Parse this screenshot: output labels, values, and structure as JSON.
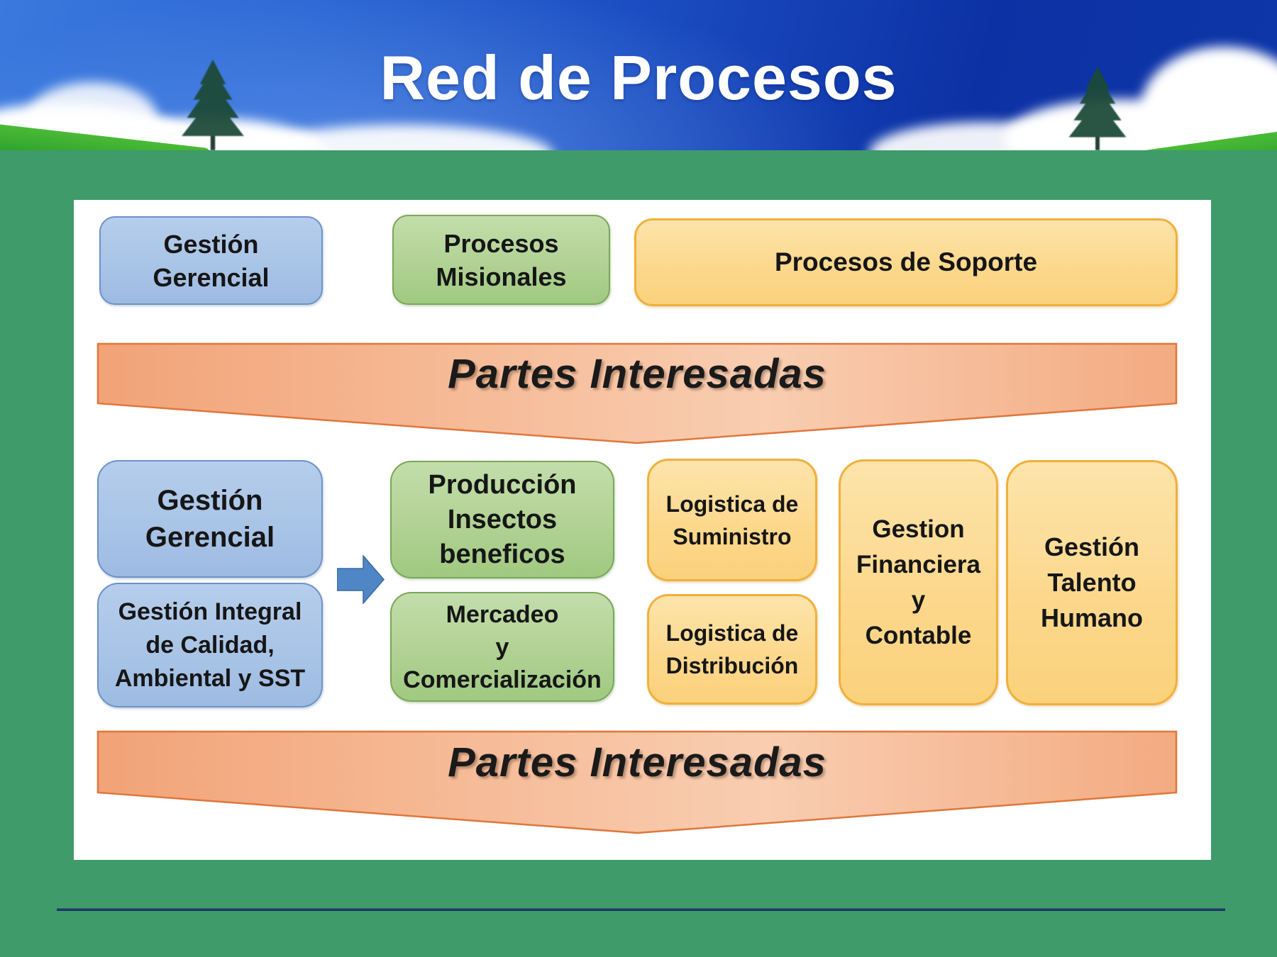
{
  "header": {
    "title": "Red de Procesos"
  },
  "legend": {
    "gerencial": "Gestión\nGerencial",
    "misionales": "Procesos\nMisionales",
    "soporte": "Procesos de Soporte"
  },
  "banners": {
    "top": "Partes Interesadas",
    "bottom": "Partes Interesadas"
  },
  "boxes": {
    "gestion_gerencial": "Gestión\nGerencial",
    "gestion_integral": "Gestión Integral\nde Calidad,\nAmbiental y SST",
    "produccion_insectos": "Producción\nInsectos\nbeneficos",
    "mercadeo": "Mercadeo\ny\nComercialización",
    "logistica_suministro": "Logistica de\nSuministro",
    "logistica_distribucion": "Logistica de\nDistribución",
    "gestion_financiera": "Gestion\nFinanciera\ny\nContable",
    "gestion_talento": "Gestión\nTalento\nHumano"
  },
  "colors": {
    "slide_green": "#3f9b69",
    "sky_blue_dark": "#0c31a4",
    "sky_blue_light": "#3a79de",
    "blue_fill": "#a9c4e6",
    "blue_border": "#6d93c8",
    "green_fill": "#b0d293",
    "green_border": "#7aa757",
    "yellow_fill": "#fcd88d",
    "yellow_border": "#f0b03c",
    "salmon_fill_dark": "#f2a377",
    "salmon_fill_light": "#f9cdb1",
    "salmon_border": "#e0763b",
    "arrow_blue": "#4f86c6",
    "divider_navy": "#1e3c64",
    "text_black": "#161616",
    "title_white": "#ffffff"
  }
}
